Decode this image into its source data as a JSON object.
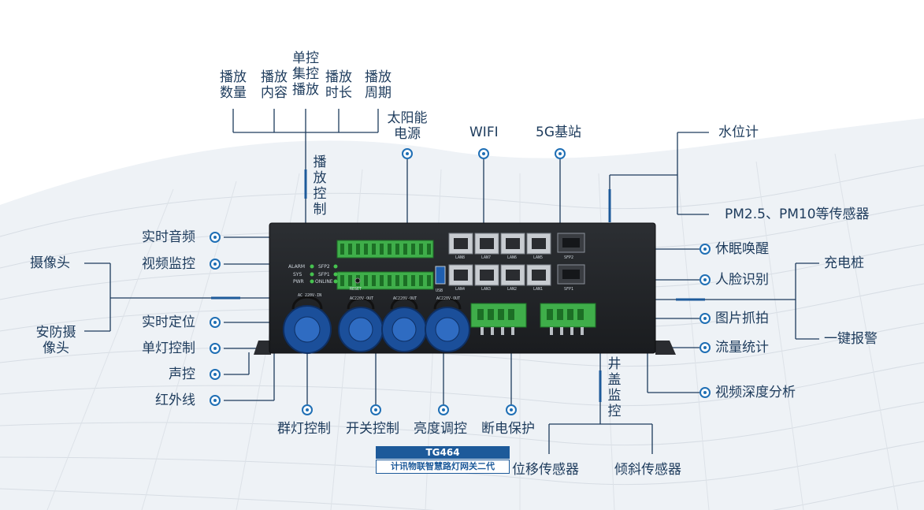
{
  "device": {
    "model": "TG464",
    "title": "计讯物联智慧路灯网关二代",
    "port_labels": {
      "lan": [
        "LAN8",
        "LAN7",
        "LAN6",
        "LAN5",
        "LAN4",
        "LAN3",
        "LAN2",
        "LAN1"
      ],
      "sfp": [
        "SFP2",
        "SFP1"
      ],
      "ac": [
        "AC 220V-IN",
        "AC220V-OUT",
        "AC220V-OUT",
        "AC220V-OUT"
      ],
      "leds": [
        "ALARM",
        "SYS",
        "PWR",
        "SFP2",
        "SFP1",
        "ONLINE"
      ],
      "usb": "USB",
      "reset": "RESET"
    }
  },
  "top_labels": {
    "volume": "播放数量",
    "content": "播放内容",
    "single_group": "单控集控播放",
    "duration": "播放时长",
    "period": "播放周期",
    "play_control": "播放控制",
    "solar": "太阳能电源",
    "wifi": "WIFI",
    "base_station": "5G基站",
    "water": "水位计",
    "pm_sensor": "PM2.5、PM10等传感器"
  },
  "left_labels": {
    "audio": "实时音频",
    "video_monitor": "视频监控",
    "camera": "摄像头",
    "security_camera": "安防摄像头",
    "positioning": "实时定位",
    "single_lamp": "单灯控制",
    "voice": "声控",
    "infrared": "红外线"
  },
  "right_labels": {
    "sleep_wake": "休眠唤醒",
    "face": "人脸识别",
    "charging": "充电桩",
    "snapshot": "图片抓拍",
    "traffic": "流量统计",
    "alarm": "一键报警",
    "video_analysis": "视频深度分析"
  },
  "bottom_labels": {
    "group_lamp": "群灯控制",
    "switch": "开关控制",
    "brightness": "亮度调控",
    "power_off": "断电保护",
    "manhole": "井盖监控",
    "displacement": "位移传感器",
    "tilt": "倾斜传感器"
  }
}
